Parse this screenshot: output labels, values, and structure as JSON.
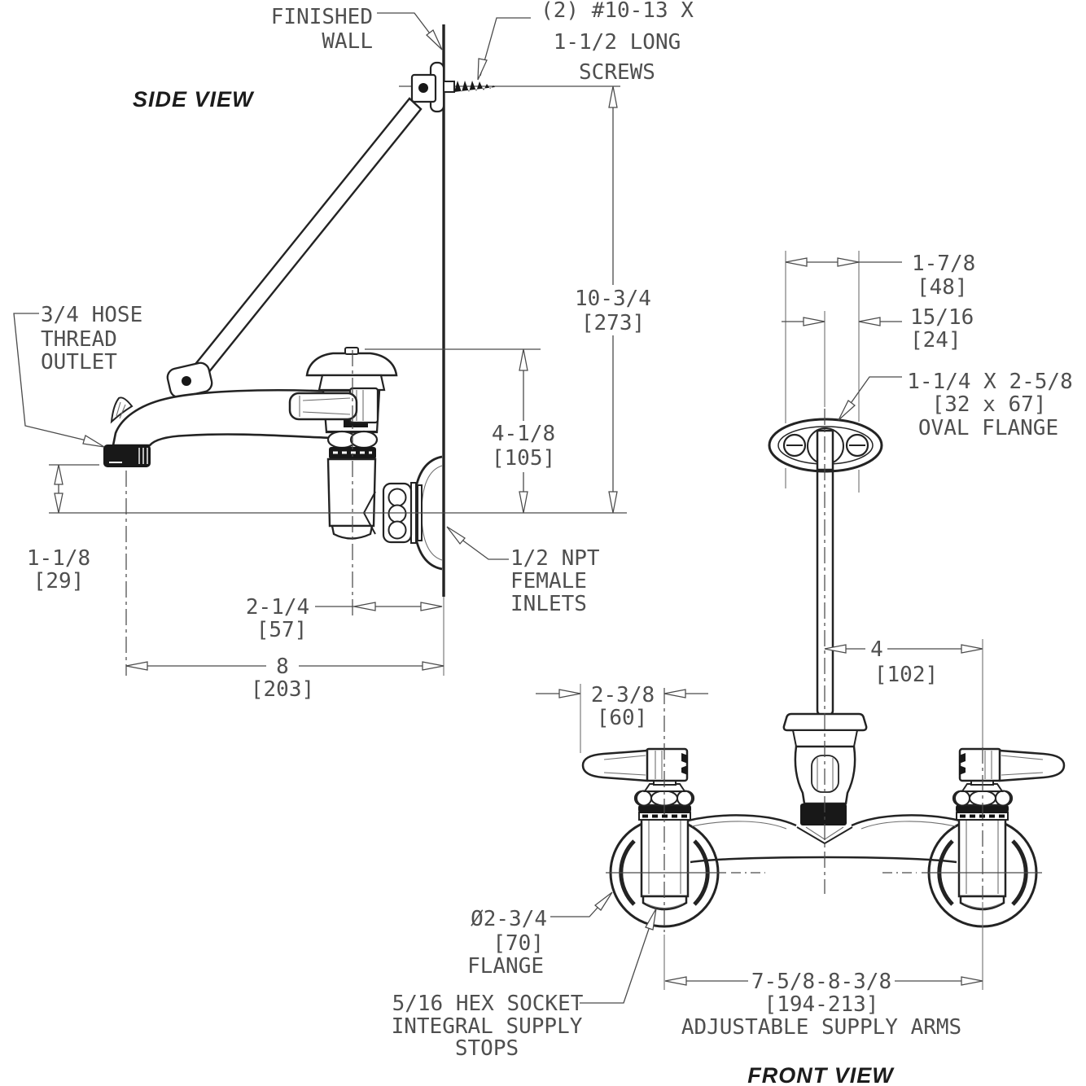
{
  "side_view": {
    "title": "SIDE VIEW",
    "finished_wall": [
      "FINISHED",
      "WALL"
    ],
    "screws": [
      "(2) #10-13 X",
      "1-1/2 LONG",
      "SCREWS"
    ],
    "hose_outlet": [
      "3/4 HOSE",
      "THREAD",
      "OUTLET"
    ],
    "npt_inlets": [
      "1/2 NPT",
      "FEMALE",
      "INLETS"
    ],
    "dim_overall_height": [
      "10-3/4",
      "[273]"
    ],
    "dim_body_height": [
      "4-1/8",
      "[105]"
    ],
    "dim_outlet_drop": [
      "1-1/8",
      "[29]"
    ],
    "dim_body_to_wall": [
      "2-1/4",
      "[57]"
    ],
    "dim_spout_reach": [
      "8",
      "[203]"
    ]
  },
  "front_view": {
    "title": "FRONT VIEW",
    "dim_bracket_width": [
      "1-7/8",
      "[48]"
    ],
    "dim_bracket_offset": [
      "15/16",
      "[24]"
    ],
    "oval_flange": [
      "1-1/4 X 2-5/8",
      "[32 x 67]",
      "OVAL FLANGE"
    ],
    "dim_rod_to_handle": [
      "4",
      "[102]"
    ],
    "dim_handle_extent": [
      "2-3/8",
      "[60]"
    ],
    "flange": [
      "Ø2-3/4",
      "[70]",
      "FLANGE"
    ],
    "supply_stops": [
      "5/16 HEX SOCKET",
      "INTEGRAL SUPPLY",
      "STOPS"
    ],
    "supply_arms": [
      "7-5/8-8-3/8",
      "[194-213]",
      "ADJUSTABLE SUPPLY ARMS"
    ]
  },
  "colors": {
    "line": "#232323",
    "text": "#4f4f4f",
    "background": "#ffffff"
  }
}
